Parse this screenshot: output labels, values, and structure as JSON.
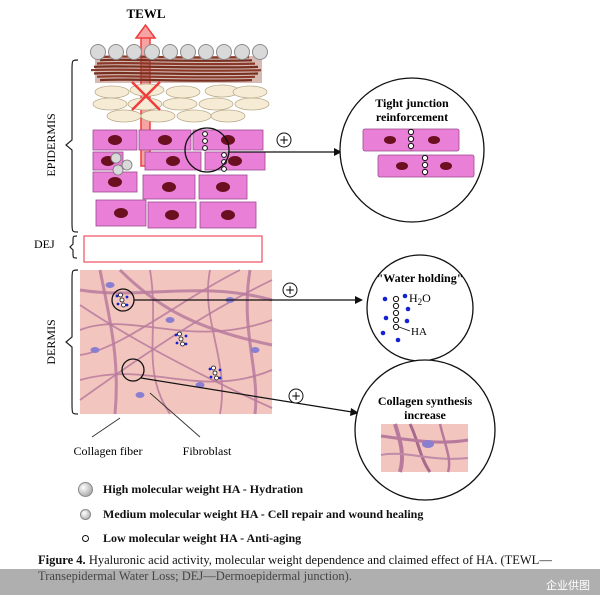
{
  "labels": {
    "tewl": "TEWL",
    "epidermis": "EPIDERMIS",
    "dej": "DEJ",
    "dermis": "DERMIS",
    "collagen_fiber": "Collagen fiber",
    "fibroblast": "Fibroblast",
    "tight_junction_line1": "Tight junction",
    "tight_junction_line2": "reinforcement",
    "water_holding": "\"Water holding\"",
    "h2o": "H",
    "h2o_sub": "2",
    "h2o_o": "O",
    "ha": "HA",
    "collagen_synth_line1": "Collagen synthesis",
    "collagen_synth_line2": "increase",
    "plus": "+"
  },
  "legend": [
    {
      "label": "High molecular weight HA - Hydration",
      "size": "large"
    },
    {
      "label": "Medium molecular weight HA - Cell repair and wound healing",
      "size": "medium"
    },
    {
      "label": "Low molecular weight HA - Anti-aging",
      "size": "small"
    }
  ],
  "caption": {
    "prefix": "Figure 4.",
    "text": " Hyaluronic acid activity, molecular weight dependence and claimed effect of HA. (TEWL—Transepidermal Water Loss; DEJ—Dermoepidermal junction)."
  },
  "watermark": "企业供图",
  "colors": {
    "cell_pink": "#ea7fd8",
    "nucleus": "#6b1020",
    "stratum_corneum": "#8a3a28",
    "granular_cell": "#f6ecd6",
    "arrow_red": "#f03c3c",
    "dej_border": "#f05c6c",
    "dermis_bg": "#f2c5bf",
    "collagen": "#b87a9c",
    "ha_blue": "#1622d0"
  }
}
